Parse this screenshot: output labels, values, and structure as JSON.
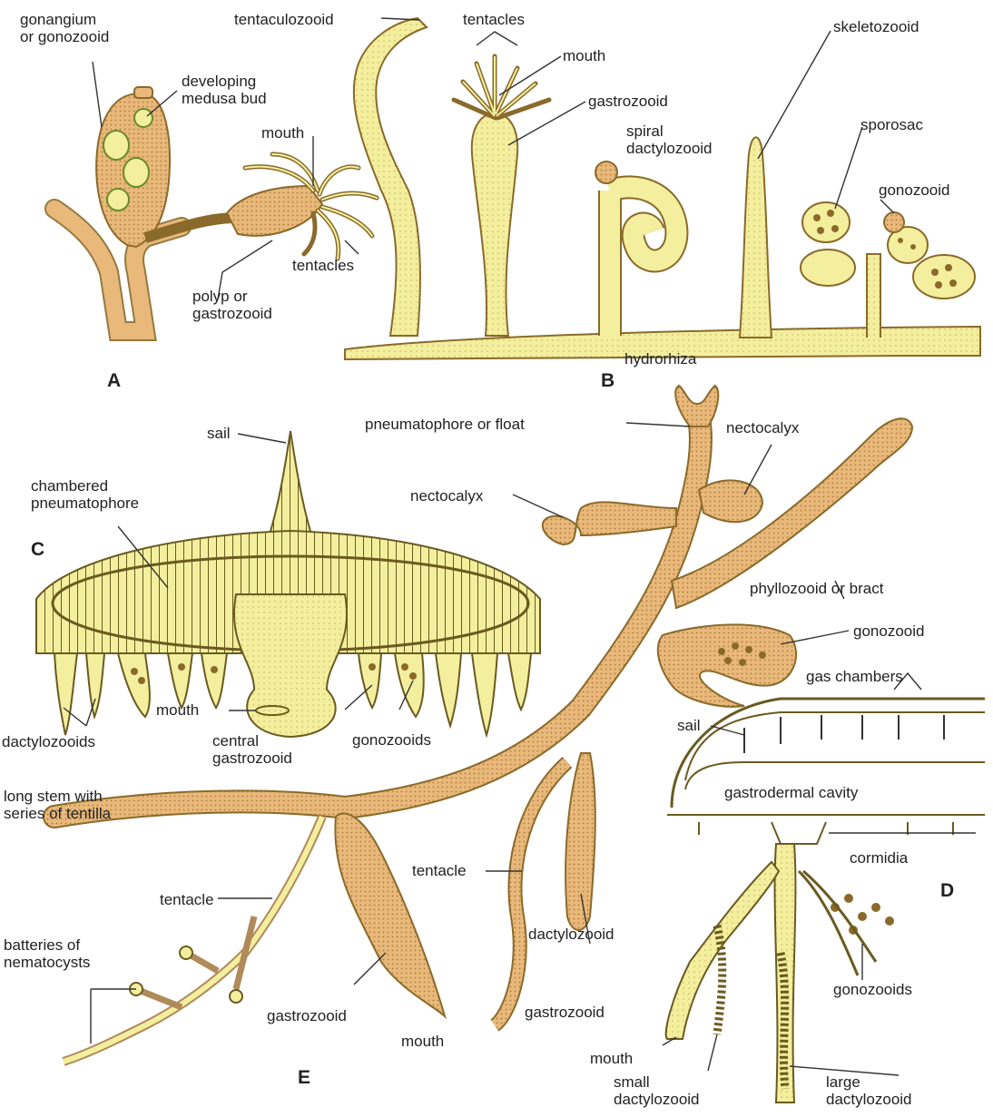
{
  "colors": {
    "pale_yellow": "#f3ef9e",
    "tan": "#e8b97a",
    "dark_tan": "#c98d52",
    "outline": "#8a6a2a"
  },
  "panels": {
    "a": "A",
    "b": "B",
    "c": "C",
    "d": "D",
    "e": "E"
  },
  "labels": {
    "a_gonangium": "gonangium\nor gonozooid",
    "a_medusa_bud": "developing\nmedusa bud",
    "a_mouth": "mouth",
    "a_tentacles": "tentacles",
    "a_polyp": "polyp or\ngastrozooid",
    "b_tentaculozooid": "tentaculozooid",
    "b_tentacles": "tentacles",
    "b_mouth": "mouth",
    "b_gastrozooid": "gastrozooid",
    "b_spiral": "spiral\ndactylozooid",
    "b_skeletozooid": "skeletozooid",
    "b_sporosac": "sporosac",
    "b_gonozooid": "gonozooid",
    "b_hydrorhiza": "hydrorhiza",
    "c_sail": "sail",
    "c_chambered": "chambered\npneumatophore",
    "c_mouth": "mouth",
    "c_central": "central\ngastrozooid",
    "c_gonozooids": "gonozooids",
    "c_dactylozooids": "dactylozooids",
    "e_pneumatophore": "pneumatophore or float",
    "e_nectocalyx_left": "nectocalyx",
    "e_nectocalyx_right": "nectocalyx",
    "e_phyllozooid": "phyllozooid or bract",
    "e_gonozooid": "gonozooid",
    "e_long_stem": "long stem with\nseries of tentilla",
    "e_tentacle_left": "tentacle",
    "e_batteries": "batteries of\nnematocysts",
    "e_gastrozooid": "gastrozooid",
    "e_mouth": "mouth",
    "e_tentacle_mid": "tentacle",
    "e_dactylozooid": "dactylozooid",
    "e_gastrozooid_right": "gastrozooid",
    "d_gas_chambers": "gas chambers",
    "d_sail": "sail",
    "d_gastrodermal": "gastrodermal cavity",
    "d_cormidia": "cormidia",
    "d_gonozooids": "gonozooids",
    "d_mouth": "mouth",
    "d_small_dactylozooid": "small\ndactylozooid",
    "d_large_dactylozooid": "large\ndactylozooid"
  }
}
